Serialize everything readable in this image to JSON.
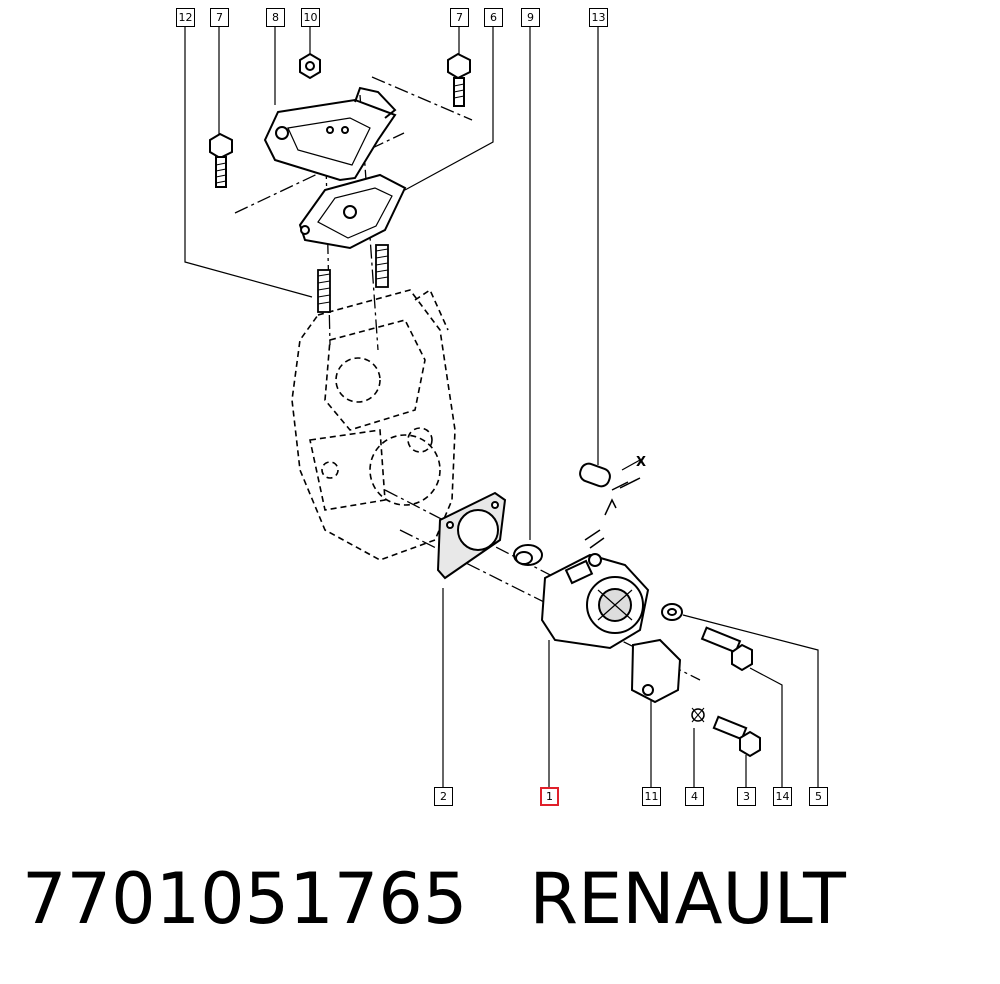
{
  "diagram": {
    "callouts": [
      {
        "id": "c12",
        "label": "12"
      },
      {
        "id": "c7a",
        "label": "7"
      },
      {
        "id": "c8",
        "label": "8"
      },
      {
        "id": "c10",
        "label": "10"
      },
      {
        "id": "c7b",
        "label": "7"
      },
      {
        "id": "c6",
        "label": "6"
      },
      {
        "id": "c9",
        "label": "9"
      },
      {
        "id": "c13",
        "label": "13"
      },
      {
        "id": "c2",
        "label": "2"
      },
      {
        "id": "c1",
        "label": "1"
      },
      {
        "id": "c11",
        "label": "11"
      },
      {
        "id": "c4",
        "label": "4"
      },
      {
        "id": "c3",
        "label": "3"
      },
      {
        "id": "c14",
        "label": "14"
      },
      {
        "id": "c5",
        "label": "5"
      }
    ],
    "axis_label": "X",
    "highlight_color": "#e0202a"
  },
  "caption": {
    "part_number": "7701051765",
    "brand": "RENAULT"
  }
}
